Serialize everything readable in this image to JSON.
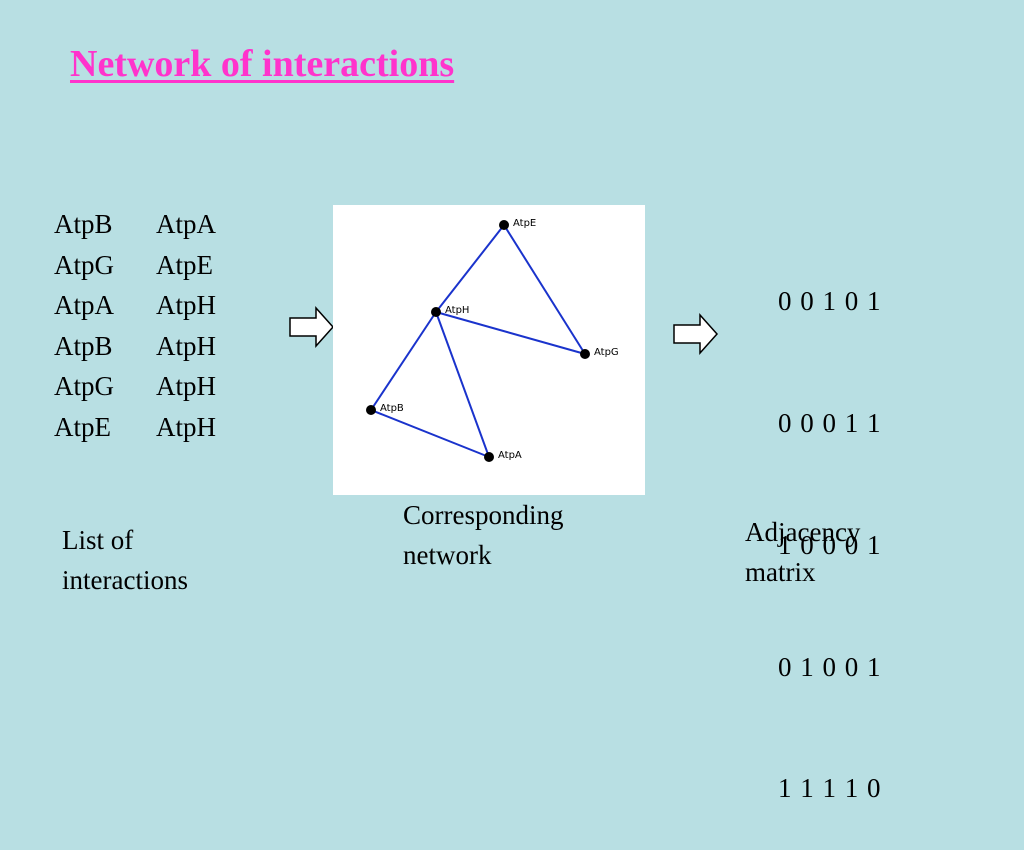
{
  "title": "Network of interactions",
  "interactions": [
    [
      "AtpB",
      "AtpA"
    ],
    [
      "AtpG",
      "AtpE"
    ],
    [
      "AtpA",
      "AtpH"
    ],
    [
      "AtpB",
      "AtpH"
    ],
    [
      "AtpG",
      "AtpH"
    ],
    [
      "AtpE",
      "AtpH"
    ]
  ],
  "network": {
    "nodes": [
      "AtpE",
      "AtpH",
      "AtpG",
      "AtpB",
      "AtpA"
    ],
    "edge_color": "#1a33cc"
  },
  "matrix_rows": [
    "0 0 1 0 1",
    "0 0 0 1 1",
    "1 0 0 0 1",
    "0 1 0 0 1",
    "1 1 1 1 0"
  ],
  "captions": {
    "list": [
      "List of",
      "interactions"
    ],
    "network": [
      "Corresponding",
      "network"
    ],
    "matrix": [
      "Adjacency",
      "matrix"
    ]
  }
}
